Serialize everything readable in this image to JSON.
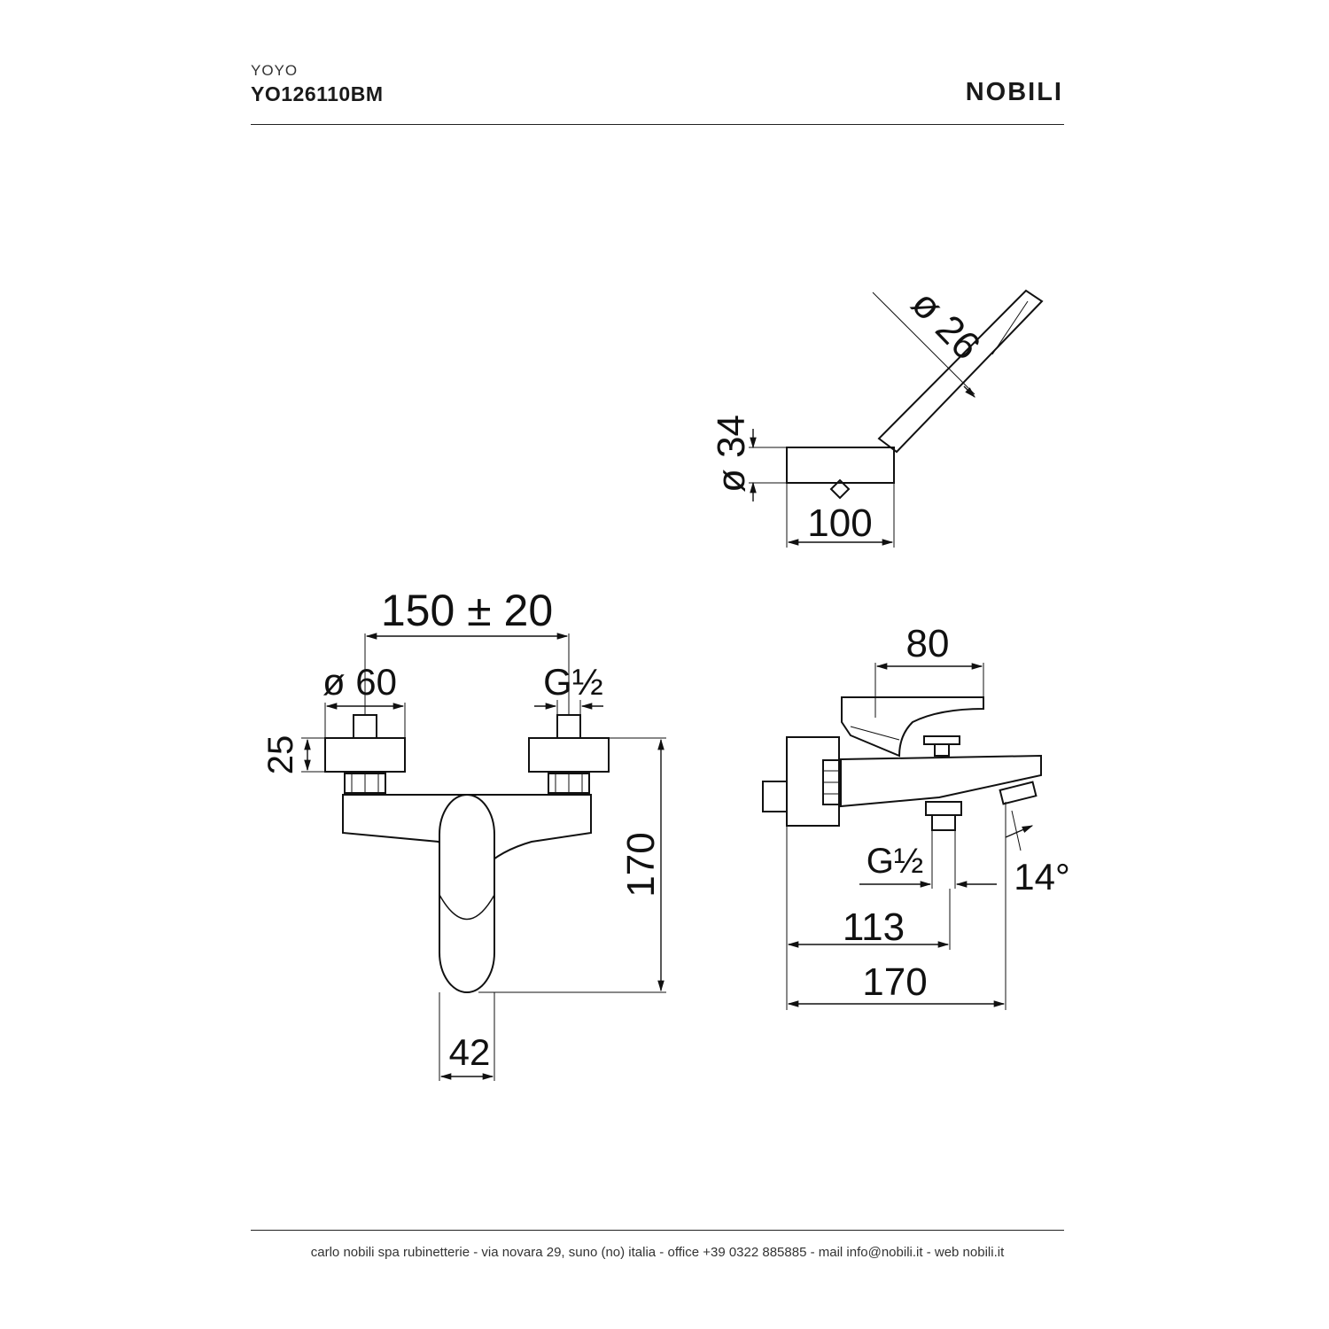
{
  "header": {
    "series": "YOYO",
    "code": "YO126110BM",
    "brand": "NOBILI"
  },
  "dimensions": {
    "shower_diameter": "ø 26",
    "holder_diameter": "ø 34",
    "holder_length": "100",
    "centers": "150 ± 20",
    "escutcheon_diameter": "ø 60",
    "thread_inlet": "G½",
    "escutcheon_depth": "25",
    "front_height": "170",
    "handle_width": "42",
    "side_top": "80",
    "thread_outlet": "G½",
    "angle": "14°",
    "outlet_distance": "113",
    "side_length": "170"
  },
  "footer": {
    "text": "carlo nobili spa rubinetterie - via novara 29, suno (no) italia - office +39 0322 885885 - mail info@nobili.it - web nobili.it"
  }
}
